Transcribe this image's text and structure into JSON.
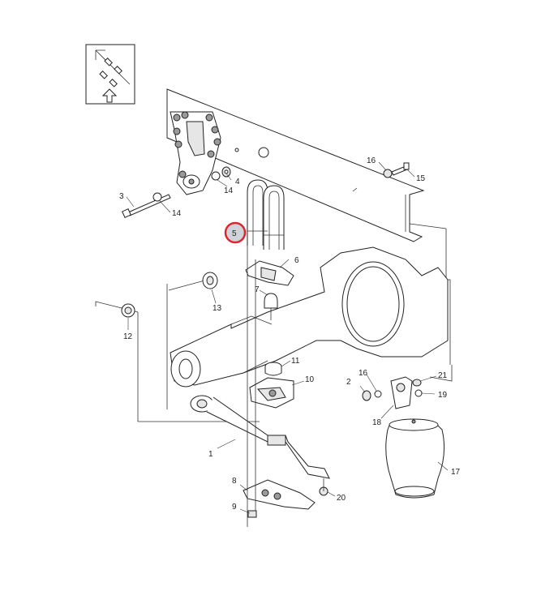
{
  "diagram": {
    "highlight_color": "#e0242f",
    "callouts": [
      {
        "id": "c1",
        "text": "1"
      },
      {
        "id": "c2",
        "text": "2"
      },
      {
        "id": "c3",
        "text": "3"
      },
      {
        "id": "c4",
        "text": "4"
      },
      {
        "id": "c5",
        "text": "5"
      },
      {
        "id": "c6",
        "text": "6"
      },
      {
        "id": "c7",
        "text": "7"
      },
      {
        "id": "c8",
        "text": "8"
      },
      {
        "id": "c9",
        "text": "9"
      },
      {
        "id": "c10",
        "text": "10"
      },
      {
        "id": "c11",
        "text": "11"
      },
      {
        "id": "c12",
        "text": "12"
      },
      {
        "id": "c13",
        "text": "13"
      },
      {
        "id": "c14a",
        "text": "14"
      },
      {
        "id": "c14b",
        "text": "14"
      },
      {
        "id": "c15",
        "text": "15"
      },
      {
        "id": "c16a",
        "text": "16"
      },
      {
        "id": "c16b",
        "text": "16"
      },
      {
        "id": "c17",
        "text": "17"
      },
      {
        "id": "c18",
        "text": "18"
      },
      {
        "id": "c19",
        "text": "19"
      },
      {
        "id": "c20",
        "text": "20"
      },
      {
        "id": "c21",
        "text": "21"
      }
    ],
    "orientation_icon": "front-direction-arrow-icon"
  }
}
